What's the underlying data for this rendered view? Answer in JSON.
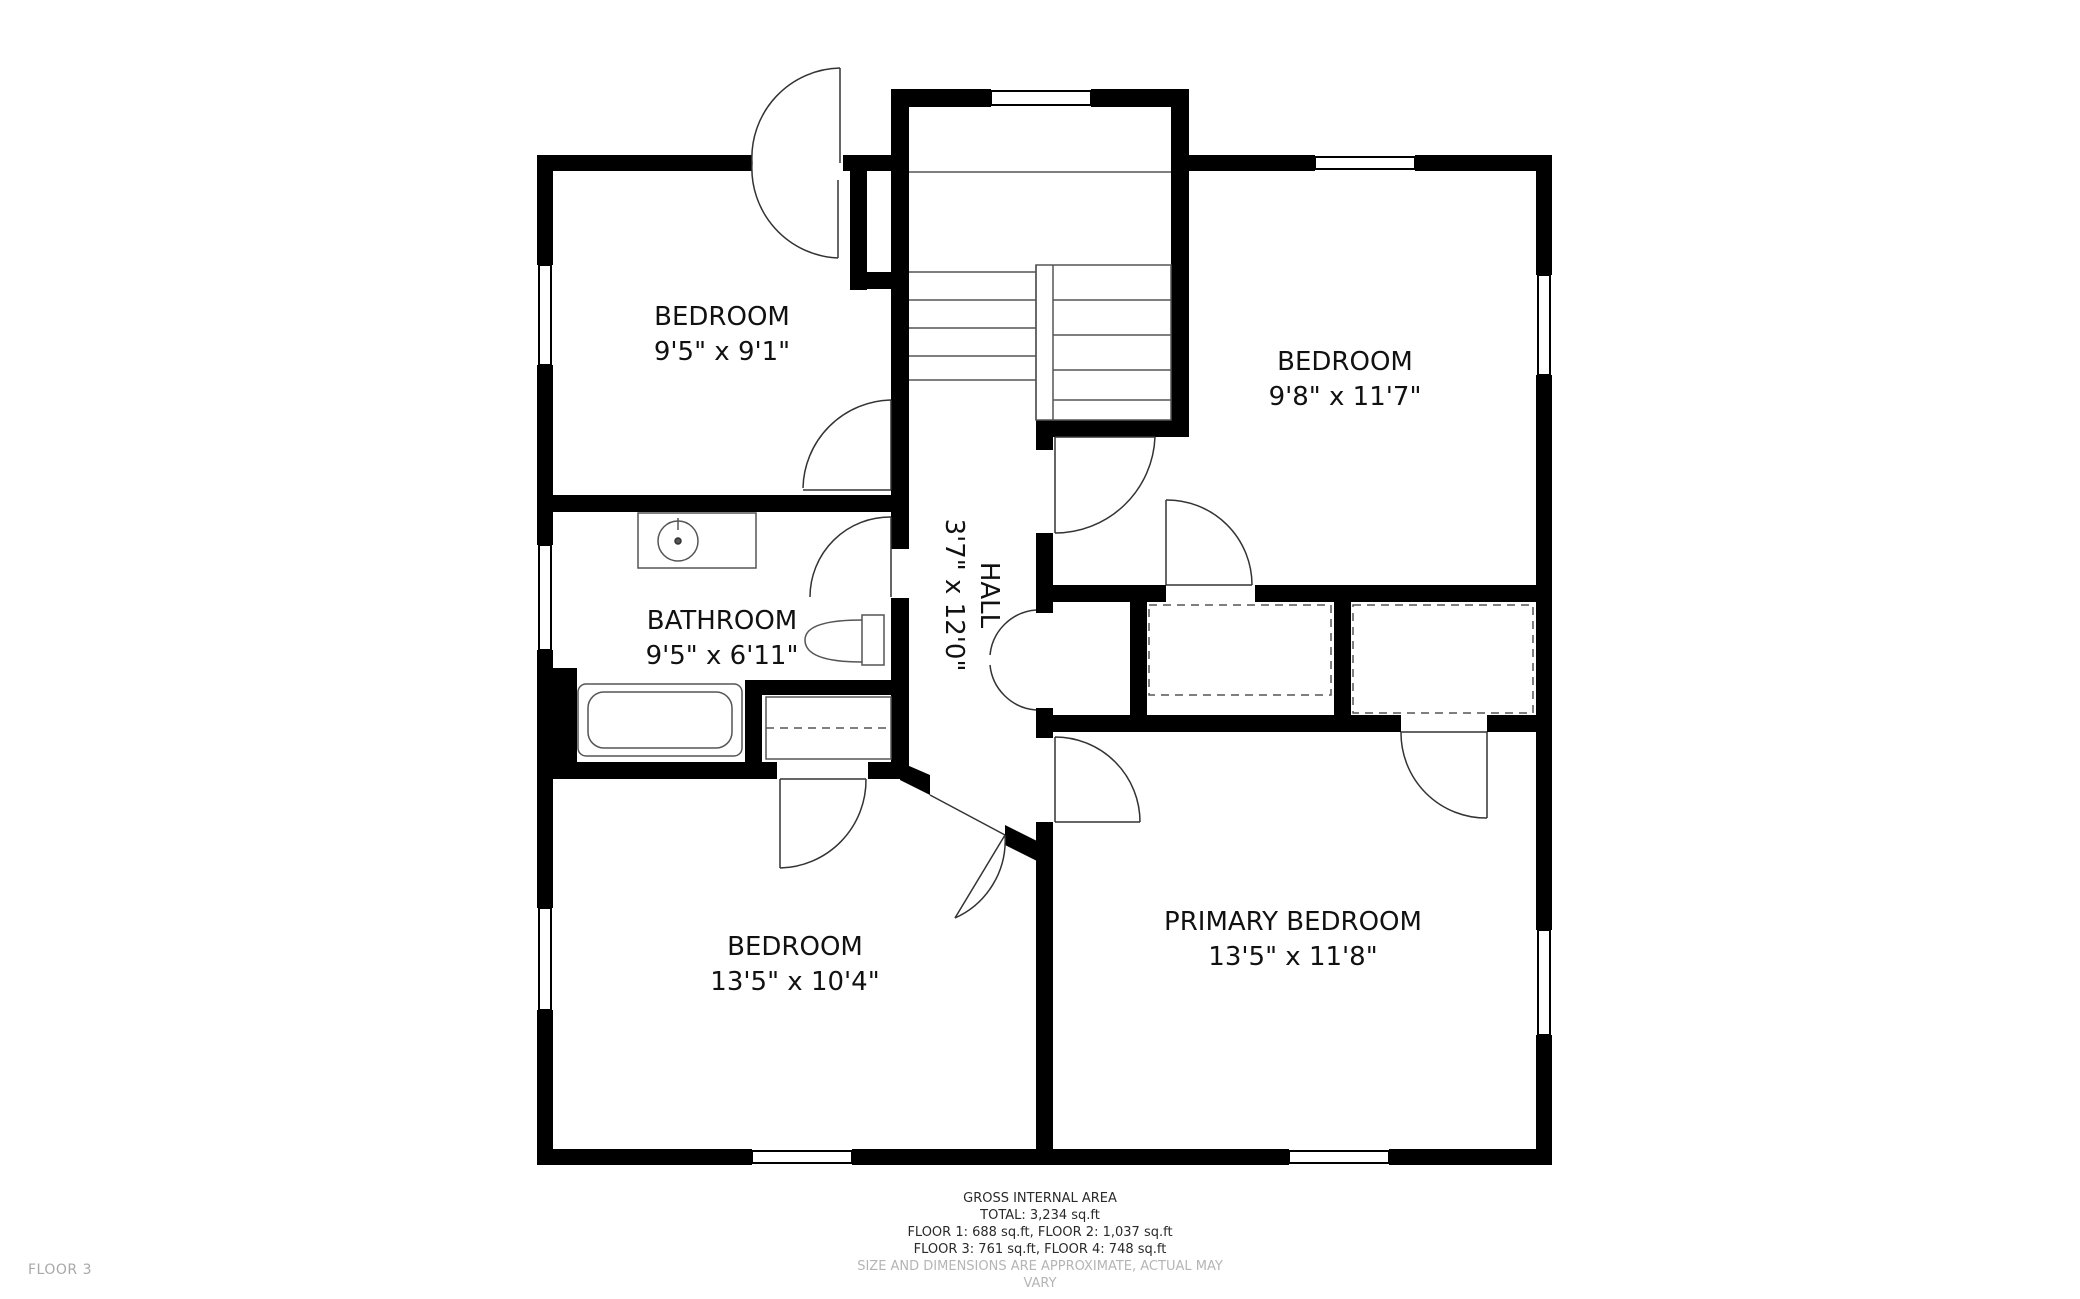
{
  "rooms": {
    "bedroom_top_left": {
      "name": "BEDROOM",
      "dims": "9'5\" x 9'1\""
    },
    "bedroom_right": {
      "name": "BEDROOM",
      "dims": "9'8\" x 11'7\""
    },
    "hall": {
      "name": "HALL",
      "dims": "3'7\" x 12'0\""
    },
    "bathroom": {
      "name": "BATHROOM",
      "dims": "9'5\" x 6'11\""
    },
    "bedroom_bottom_left": {
      "name": "BEDROOM",
      "dims": "13'5\" x 10'4\""
    },
    "primary_bedroom": {
      "name": "PRIMARY BEDROOM",
      "dims": "13'5\" x 11'8\""
    }
  },
  "area_summary": {
    "heading": "GROSS INTERNAL AREA",
    "total": "TOTAL: 3,234 sq.ft",
    "floors_1_2": "FLOOR 1: 688 sq.ft, FLOOR 2: 1,037 sq.ft",
    "floors_3_4": "FLOOR 3: 761 sq.ft, FLOOR 4: 748 sq.ft",
    "disclaimer": "SIZE AND DIMENSIONS ARE APPROXIMATE, ACTUAL MAY VARY"
  },
  "floor_label": "FLOOR 3",
  "colors": {
    "wall": "#000000",
    "background": "#ffffff",
    "fixture": "#555555"
  }
}
